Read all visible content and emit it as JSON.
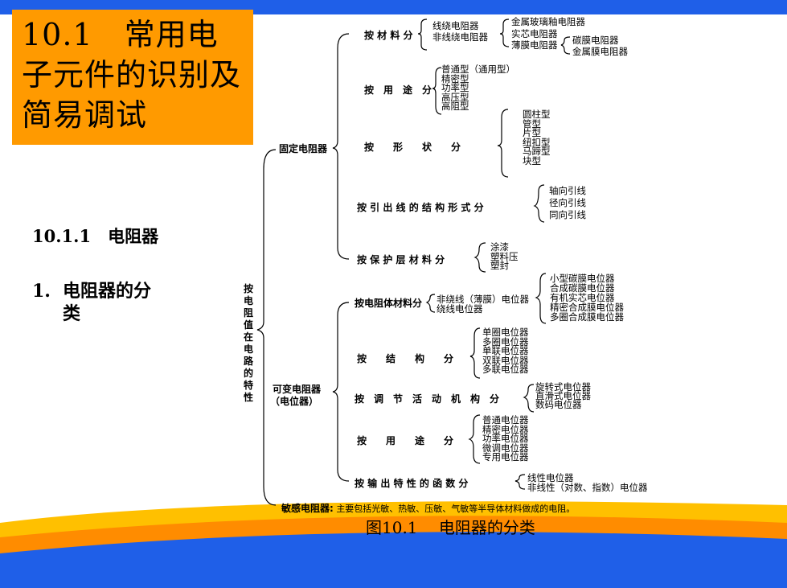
{
  "colors": {
    "brand_blue": "#1f5fe8",
    "title_orange": "#ff9a00",
    "swoosh_yellow": "#ffc000",
    "swoosh_orange": "#ff8c00"
  },
  "title": "10.1　常用电子元件的识别及简易调试",
  "section_heading": "10.1.1　电阻器",
  "subheading": {
    "number": "1.",
    "text": "电阻器的分类"
  },
  "root": "按电阻值在电路的特性",
  "fixed": {
    "label": "固定电阻器",
    "by_material": {
      "label": "按 材 料 分",
      "items": [
        "线绕电阻器",
        "非线绕电阻器"
      ],
      "sub": [
        "金属玻璃釉电阻器",
        "实芯电阻器",
        "薄膜电阻器"
      ],
      "film": [
        "碳膜电阻器",
        "金属膜电阻器"
      ]
    },
    "by_use": {
      "label": "按　用　途　分",
      "items": [
        "普通型（通用型）",
        "精密型",
        "功率型",
        "高压型",
        "高阻型"
      ]
    },
    "by_shape": {
      "label": "按　　形　　状　　分",
      "items": [
        "圆柱型",
        "管型",
        "片型",
        "纽扣型",
        "马蹄型",
        "块型"
      ]
    },
    "by_lead": {
      "label": "按 引 出 线 的 结 构 形 式 分",
      "items": [
        "轴向引线",
        "径向引线",
        "同向引线"
      ]
    },
    "by_coating": {
      "label": "按 保 护 层 材 料 分",
      "items": [
        "涂漆",
        "塑料压",
        "塑封"
      ]
    }
  },
  "variable": {
    "label": "可变电阻器",
    "label2": "（电位器）",
    "by_body": {
      "label": "按电阻体材料分",
      "items": [
        "非绕线（薄膜）电位器",
        "绕线电位器"
      ],
      "sub": [
        "小型碳膜电位器",
        "合成碳膜电位器",
        "有机实芯电位器",
        "精密合成膜电位器",
        "多圈合成膜电位器"
      ]
    },
    "by_structure": {
      "label": "按　　结　　构　　分",
      "items": [
        "单圈电位器",
        "多圈电位器",
        "单联电位器",
        "双联电位器",
        "多联电位器"
      ]
    },
    "by_adjust": {
      "label": "按　调　节　活　动　机　构　分",
      "items": [
        "旋转式电位器",
        "直滑式电位器",
        "数码电位器"
      ]
    },
    "by_use": {
      "label": "按　　用　　途　　分",
      "items": [
        "普通电位器",
        "精密电位器",
        "功率电位器",
        "微调电位器",
        "专用电位器"
      ]
    },
    "by_output": {
      "label": "按 输 出 特 性 的 函 数 分",
      "items": [
        "线性电位器",
        "非线性（对数、指数）电位器"
      ]
    }
  },
  "sensitive": {
    "label": "敏感电阻器:",
    "desc": "主要包括光敏、热敏、压敏、气敏等半导体材料做成的电阻。"
  },
  "caption": "图10.1　 电阻器的分类"
}
